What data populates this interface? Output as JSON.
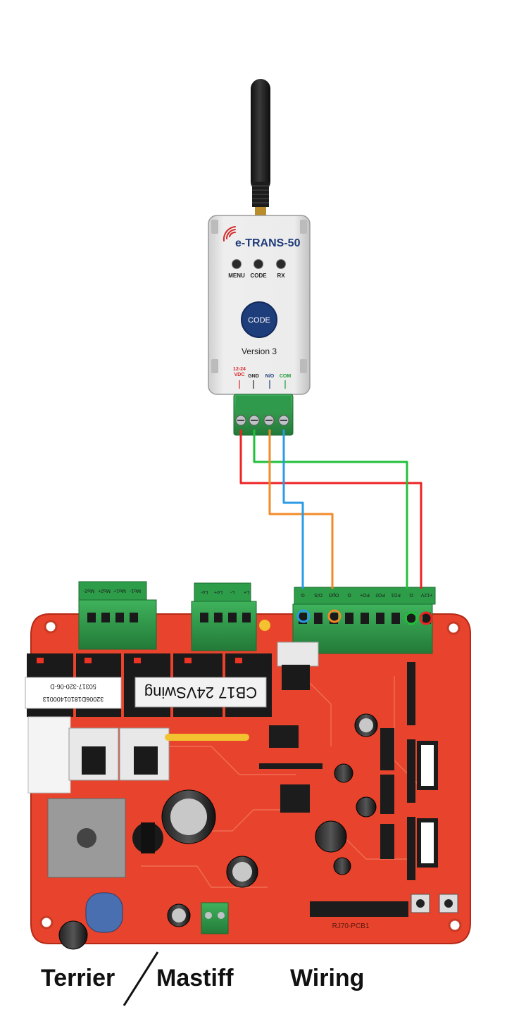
{
  "transmitter": {
    "brand": "e-TRANS-50",
    "led_menu": "MENU",
    "led_code": "CODE",
    "led_rx": "RX",
    "button_label": "CODE",
    "version": "Version 3",
    "term_power": "12-24\nVDC",
    "term_gnd": "GND",
    "term_no": "N/O",
    "term_com": "COM"
  },
  "board": {
    "model_label": "CB17 24VSwing",
    "sticker_code": "50317-320-06-D",
    "sticker_serial": "32006D18101400013",
    "pcb_text": "RJ70-PCB1",
    "motor_terminals": [
      "Mo1-",
      "Mo1+",
      "Mo2+",
      "Mo2-"
    ],
    "lock_terminals": [
      "Lo-",
      "Lo+",
      "L-",
      "L+"
    ],
    "control_terminals": [
      "G",
      "D/S",
      "OpO",
      "G",
      "FO+",
      "FO2",
      "FO1",
      "G",
      "+12V"
    ]
  },
  "colors": {
    "wire_red": "#ee2222",
    "wire_green": "#22c03a",
    "wire_orange": "#f28a2a",
    "wire_blue": "#2b9be6",
    "board_red": "#e8432c",
    "terminal_green": "#2e9d4a"
  },
  "caption": {
    "part1": "Terrier",
    "part2": "Mastiff",
    "part3": "Wiring"
  }
}
